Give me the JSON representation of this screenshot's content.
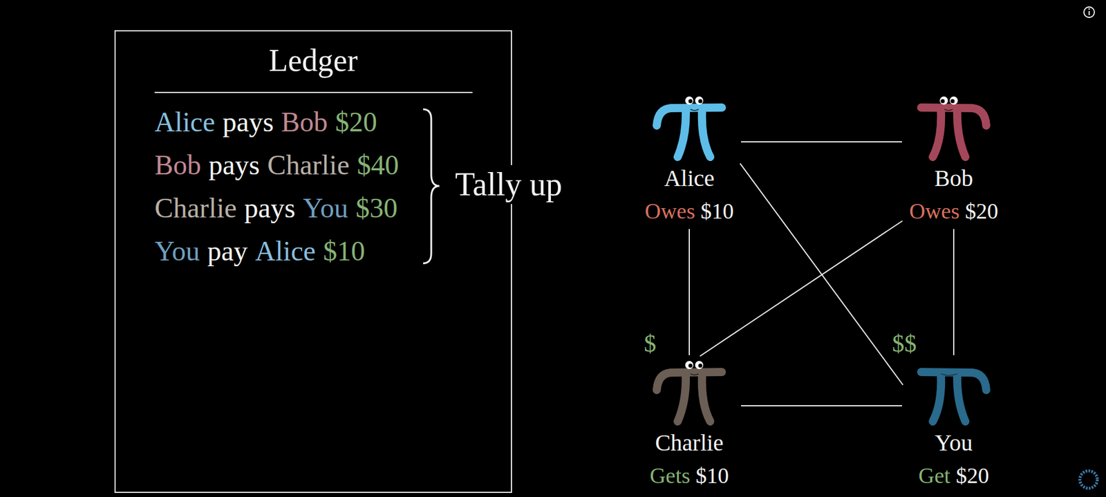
{
  "diagram": {
    "nodes": [
      {
        "text": [
          "Ledger",
          "Alice",
          "pays",
          "Bob",
          "$20",
          "Bob",
          "pays",
          "Charlie",
          "$40",
          "Charlie",
          "pays",
          "You",
          "$30",
          "You",
          "pay",
          "Alice",
          "$10"
        ]
      },
      {
        "text": [
          "Alice",
          "Owes",
          "$10"
        ]
      },
      {
        "text": [
          "Bob",
          "Owes",
          "$20"
        ]
      },
      {
        "text": [
          "Charlie",
          "Gets",
          "$10"
        ]
      },
      {
        "text": [
          "You",
          "Get",
          "$20"
        ]
      }
    ],
    "edges": [
      {
        "from": 1,
        "to": 2,
        "arrow": "none"
      },
      {
        "from": 1,
        "to": 3,
        "arrow": "none"
      },
      {
        "from": 1,
        "to": 4,
        "arrow": "none"
      },
      {
        "from": 2,
        "to": 3,
        "arrow": "none"
      },
      {
        "from": 2,
        "to": 4,
        "arrow": "none"
      },
      {
        "from": 3,
        "to": 4,
        "arrow": "none"
      }
    ],
    "labels": [
      "Tally up",
      "$",
      "$$"
    ]
  }
}
